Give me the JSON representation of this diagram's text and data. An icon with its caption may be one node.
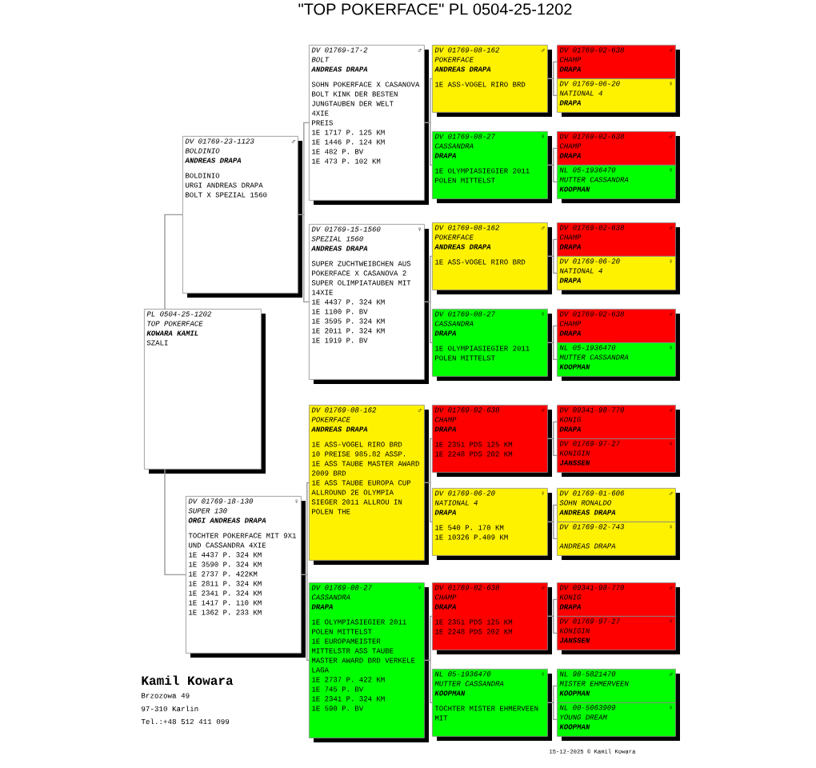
{
  "diagram": {
    "title": "\"TOP POKERFACE\"  PL  0504-25-1202",
    "nodes": [
      {
        "text": [
          "PL  0504-25-1202",
          "TOP POKERFACE",
          "KOWARA KAMIL",
          "SZALI"
        ]
      },
      {
        "text": [
          "DV  01769-23-1123",
          "♂",
          "BOLDINIO",
          "ANDREAS DRAPA",
          "BOLDINIO",
          "URGI ANDREAS DRAPA",
          "BOLT X SPEZIAL 1560"
        ]
      },
      {
        "text": [
          "DV  01769-18-130",
          "♀",
          "SUPER 130",
          "ORGI ANDREAS DRAPA",
          "TOCHTER POKERFACE MIT 9X1 UND CASSANDRA 4XIE",
          "1E 4437 P. 324 KM",
          "1E 3590 P. 324 KM",
          "1E 2737 P. 422KM",
          "1E 2811 P. 324 KM",
          "1E 2341 P. 324 KM",
          "1E 1417 P. 110 KM",
          "1E 1362 P. 233 KM"
        ]
      },
      {
        "text": [
          "DV  01769-17-2",
          "♂",
          "BOLT",
          "ANDREAS DRAPA",
          "SOHN POKERFACE X CASANOVA",
          "BOLT KINK DER BESTEN JUNGTAUBEN DER WELT",
          "4XIE",
          "PREIS",
          "1E 1717 P. 125 KM",
          "1E 1446 P. 124 KM",
          "1E 482  P. BV",
          "1E 473  P. 102 KM"
        ]
      },
      {
        "text": [
          "DV  01769-15-1560",
          "♀",
          "SPEZIAL 1560",
          "ANDREAS DRAPA",
          "SUPER ZUCHTWEIBCHEN AUS POKERFACE X CASANOVA 2 SUPER OLIMPIATAUBEN MIT 14XIE",
          "1E 4437 P. 324 KM",
          "1E 1100 P. BV",
          "1E 3595 P. 324 KM",
          "1E 2011 P. 324 KM",
          "1E 1919 P. BV"
        ]
      },
      {
        "text": [
          "DV  01769-08-162",
          "♂",
          "POKERFACE",
          "ANDREAS DRAPA",
          "1E ASS-VOGEL RIRO BRD",
          "10 PREISE 985.82 ASSP.",
          "1E ASS TAUBE MASTER AWARD 2009 BRD",
          "1E ASS TAUBE EUROPA CUP ALLROUND 2E OLYMPIA SIEGER 2011 ALLROU IN POLEN THE"
        ]
      },
      {
        "text": [
          "DV  01769-08-27",
          "♀",
          "CASSANDRA",
          "DRAPA",
          "1E OLYMPIASIEGIER 2011 POLEN MITTELST",
          "1E EUROPAMEISTER MITTELSTR ASS TAUBE MASTER AWARD BRD VERKELE LAGA",
          "1E 2737 P. 422 KM",
          "1E 745 P. BV",
          "1E 2341 P. 324 KM",
          "1E 590 P. BV"
        ]
      },
      {
        "text": [
          "DV  01769-08-162",
          "♂",
          "POKERFACE",
          "ANDREAS DRAPA",
          "1E ASS-VOGEL RIRO BRD"
        ]
      },
      {
        "text": [
          "DV  01769-08-27",
          "♀",
          "CASSANDRA",
          "DRAPA",
          "1E OLYMPIASIEGIER 2011 POLEN MITTELST"
        ]
      },
      {
        "text": [
          "DV  01769-08-162",
          "♂",
          "POKERFACE",
          "ANDREAS DRAPA",
          "1E ASS-VOGEL RIRO BRD"
        ]
      },
      {
        "text": [
          "DV  01769-08-27",
          "♀",
          "CASSANDRA",
          "DRAPA",
          "1E OLYMPIASIEGIER 2011 POLEN MITTELST"
        ]
      },
      {
        "text": [
          "DV  01769-02-638",
          "♂",
          "CHAMP",
          "DRAPA",
          "1E 2351 PDS 125 KM",
          "1E 2248 PDS 202 KM"
        ]
      },
      {
        "text": [
          "DV  01769-06-20",
          "♀",
          "NATIONAL 4",
          "DRAPA",
          "1E 540 P. 170 KM",
          "1E 10326 P.409 KM"
        ]
      },
      {
        "text": [
          "DV  01769-02-638",
          "♂",
          "CHAMP",
          "DRAPA",
          "1E 2351 PDS 125 KM",
          "1E 2248 PDS 202 KM"
        ]
      },
      {
        "text": [
          "NL  05-1936470",
          "♀",
          "MUTTER CASSANDRA",
          "KOOPMAN",
          "TOCHTER MISTER EHMERVEEN MIT"
        ]
      },
      {
        "text": [
          "DV  01769-02-638",
          "♂",
          "CHAMP",
          "DRAPA"
        ]
      },
      {
        "text": [
          "DV  01769-06-20",
          "♀",
          "NATIONAL 4",
          "DRAPA"
        ]
      },
      {
        "text": [
          "DV  01769-02-638",
          "♂",
          "CHAMP",
          "DRAPA"
        ]
      },
      {
        "text": [
          "NL  05-1936470",
          "♀",
          "MUTTER CASSANDRA",
          "KOOPMAN"
        ]
      },
      {
        "text": [
          "DV  01769-02-638",
          "♂",
          "CHAMP",
          "DRAPA"
        ]
      },
      {
        "text": [
          "DV  01769-06-20",
          "♀",
          "NATIONAL 4",
          "DRAPA"
        ]
      },
      {
        "text": [
          "DV  01769-02-638",
          "♂",
          "CHAMP",
          "DRAPA"
        ]
      },
      {
        "text": [
          "NL  05-1936470",
          "♀",
          "MUTTER CASSANDRA",
          "KOOPMAN"
        ]
      },
      {
        "text": [
          "DV  09341-98-770",
          "♂",
          "KONIG",
          "DRAPA"
        ]
      },
      {
        "text": [
          "DV  01769-97-27",
          "♀",
          "KONIGIN",
          "JANSSEN"
        ]
      },
      {
        "text": [
          "DV  01769-01-606",
          "♂",
          "SOHN RONALDO",
          "ANDREAS DRAPA"
        ]
      },
      {
        "text": [
          "DV  01769-02-743",
          "♀",
          "ANDREAS DRAPA"
        ]
      },
      {
        "text": [
          "DV  09341-98-770",
          "♂",
          "KONIG",
          "DRAPA"
        ]
      },
      {
        "text": [
          "DV  01769-97-27",
          "♀",
          "KONIGIN",
          "JANSSEN"
        ]
      },
      {
        "text": [
          "NL  98-5821470",
          "♂",
          "MISTER EHMERVEEN",
          "KOOPMAN"
        ]
      },
      {
        "text": [
          "NL  00-5063909",
          "♀",
          "YOUNG DREAM",
          "KOOPMAN"
        ]
      }
    ],
    "edges": [
      {
        "from": 0,
        "to": 1,
        "arrow": "none"
      },
      {
        "from": 0,
        "to": 2,
        "arrow": "none"
      },
      {
        "from": 1,
        "to": 3,
        "arrow": "none"
      },
      {
        "from": 1,
        "to": 4,
        "arrow": "none"
      },
      {
        "from": 2,
        "to": 5,
        "arrow": "none"
      },
      {
        "from": 2,
        "to": 6,
        "arrow": "none"
      },
      {
        "from": 3,
        "to": 7,
        "arrow": "none"
      },
      {
        "from": 3,
        "to": 8,
        "arrow": "none"
      },
      {
        "from": 4,
        "to": 9,
        "arrow": "none"
      },
      {
        "from": 4,
        "to": 10,
        "arrow": "none"
      },
      {
        "from": 5,
        "to": 11,
        "arrow": "none"
      },
      {
        "from": 5,
        "to": 12,
        "arrow": "none"
      },
      {
        "from": 6,
        "to": 13,
        "arrow": "none"
      },
      {
        "from": 6,
        "to": 14,
        "arrow": "none"
      },
      {
        "from": 7,
        "to": 15,
        "arrow": "none"
      },
      {
        "from": 7,
        "to": 16,
        "arrow": "none"
      },
      {
        "from": 8,
        "to": 17,
        "arrow": "none"
      },
      {
        "from": 8,
        "to": 18,
        "arrow": "none"
      },
      {
        "from": 9,
        "to": 19,
        "arrow": "none"
      },
      {
        "from": 9,
        "to": 20,
        "arrow": "none"
      },
      {
        "from": 10,
        "to": 21,
        "arrow": "none"
      },
      {
        "from": 10,
        "to": 22,
        "arrow": "none"
      },
      {
        "from": 11,
        "to": 23,
        "arrow": "none"
      },
      {
        "from": 11,
        "to": 24,
        "arrow": "none"
      },
      {
        "from": 12,
        "to": 25,
        "arrow": "none"
      },
      {
        "from": 12,
        "to": 26,
        "arrow": "none"
      },
      {
        "from": 13,
        "to": 27,
        "arrow": "none"
      },
      {
        "from": 13,
        "to": 28,
        "arrow": "none"
      },
      {
        "from": 14,
        "to": 29,
        "arrow": "none"
      },
      {
        "from": 14,
        "to": 30,
        "arrow": "none"
      }
    ],
    "labels": [
      "Kamil Kowara",
      "Brzozowa 49",
      "97-310  Karlin",
      "Tel.:+48 512 411 099",
      "15-12-2025  © Kamil Kowara"
    ]
  }
}
